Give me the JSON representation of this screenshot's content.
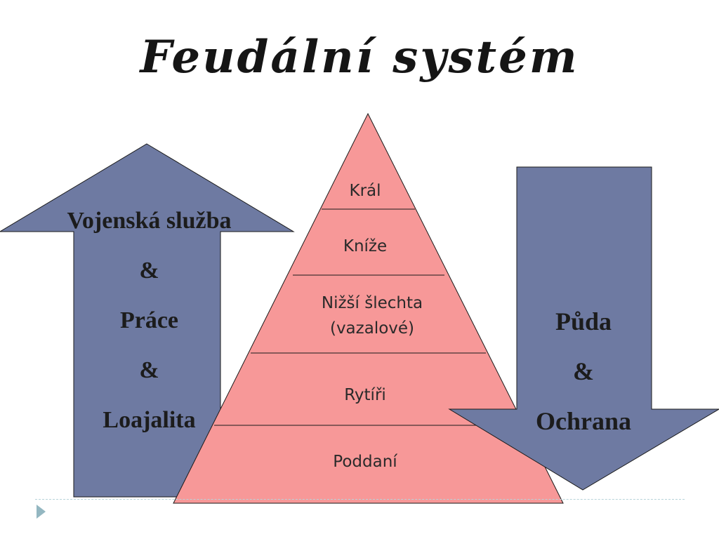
{
  "title": "Feudální systém",
  "colors": {
    "arrow_fill": "#6e7aa2",
    "pyramid_fill": "#f79898",
    "outline": "#1a1a1a",
    "footer_accent": "#94b7c1"
  },
  "left_arrow": {
    "direction": "up",
    "lines": [
      "Vojenská služba",
      "&",
      "Práce",
      "&",
      "Loajalita"
    ]
  },
  "right_arrow": {
    "direction": "down",
    "lines": [
      "Půda",
      "&",
      "Ochrana"
    ]
  },
  "pyramid": {
    "levels": [
      {
        "label": "Král"
      },
      {
        "label": "Kníže"
      },
      {
        "label_lines": [
          "Nižší šlechta",
          "(vazalové)"
        ]
      },
      {
        "label": "Rytíři"
      },
      {
        "label": "Poddaní"
      }
    ]
  },
  "footer": {
    "icon": "play-triangle-icon"
  }
}
